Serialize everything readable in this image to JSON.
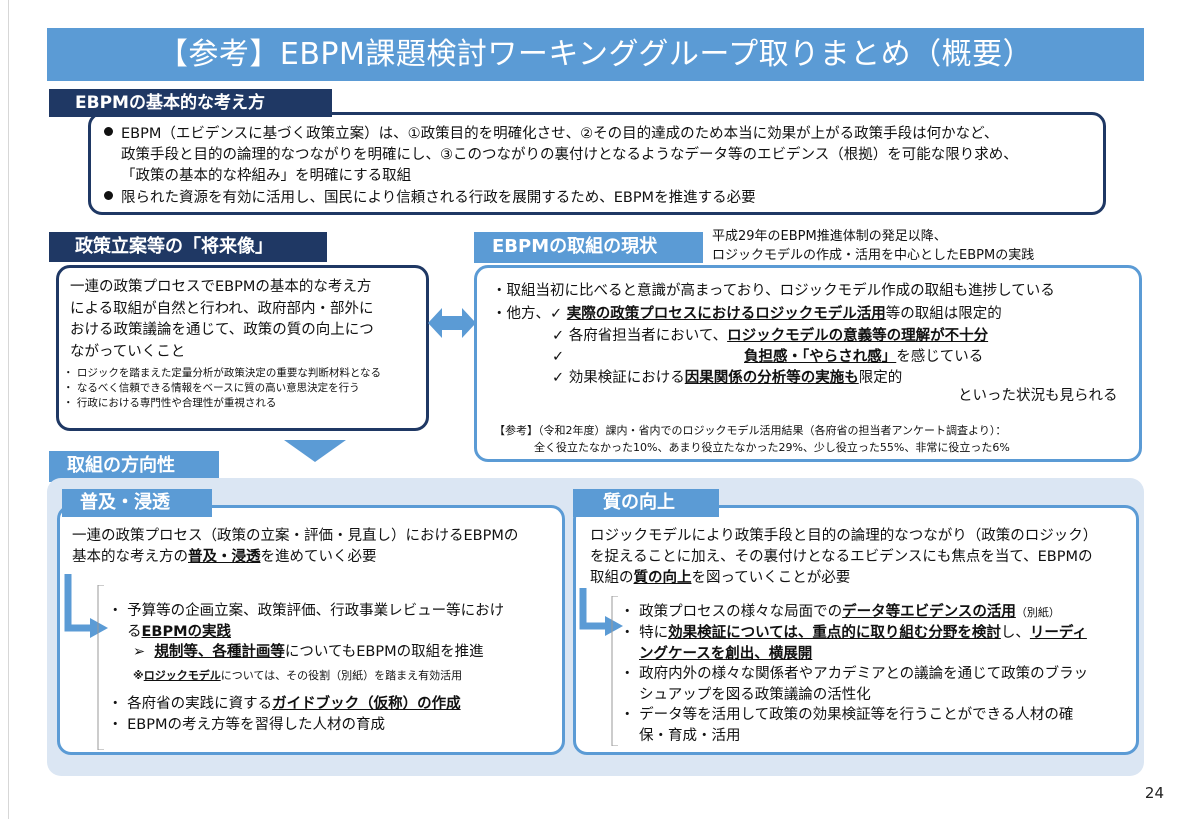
{
  "title": "【参考】EBPM課題検討ワーキンググループ取りまとめ（概要）",
  "basic": {
    "label": "EBPMの基本的な考え方",
    "bullet1": [
      "EBPM（エビデンスに基づく政策立案）は、①政策目的を明確化させ、②その目的達成のため本当に効果が上がる政策手段は何かなど、",
      "政策手段と目的の論理的なつながりを明確にし、③このつながりの裏付けとなるようなデータ等のエビデンス（根拠）を可能な限り求め、",
      "「政策の基本的な枠組み」を明確にする取組"
    ],
    "bullet2": "限られた資源を有効に活用し、国民により信頼される行政を展開するため、EBPMを推進する必要"
  },
  "future": {
    "label": "政策立案等の「将来像」",
    "main": [
      "一連の政策プロセスでEBPMの基本的な考え方",
      "による取組が自然と行われ、政府部内・部外に",
      "おける政策議論を通じて、政策の質の向上につ",
      "ながっていくこと"
    ],
    "points": [
      "ロジックを踏まえた定量分析が政策決定の重要な判断材料となる",
      "なるべく信頼できる情報をベースに質の高い意思決定を行う",
      "行政における専門性や合理性が重視される"
    ]
  },
  "current": {
    "label": "EBPMの取組の現状",
    "note1": "平成29年のEBPM推進体制の発足以降、",
    "note2": "ロジックモデルの作成・活用を中心としたEBPMの実践",
    "line1": "・取組当初に比べると意識が高まっており、ロジックモデル作成の取組も進捗している",
    "line2_prefix": "・他方、",
    "check1_u": "実際の政策プロセスにおけるロジックモデル活用",
    "check1_rest": "等の取組は限定的",
    "check2_pre": "各府省担当者において、",
    "check2_u": "ロジックモデルの意義等の理解が不十分",
    "check3_u": "負担感・「やらされ感」",
    "check3_rest": "を感じている",
    "check4_pre": "効果検証における",
    "check4_u": "因果関係の分析等の実施も",
    "check4_rest": "限定的",
    "tail": "といった状況も見られる",
    "ref1": "【参考】（令和2年度）課内・省内でのロジックモデル活用結果（各府省の担当者アンケート調査より）：",
    "ref2": "全く役立たなかった10%、あまり役立たなかった29%、少し役立った55%、非常に役立った6%",
    "check_mark": "✓"
  },
  "direction": {
    "label": "取組の方向性"
  },
  "spread": {
    "label": "普及・浸透",
    "intro1": "一連の政策プロセス（政策の立案・評価・見直し）におけるEBPMの",
    "intro2_pre": "基本的な考え方の",
    "intro2_u": "普及・浸透",
    "intro2_rest": "を進めていく必要",
    "item1a": "予算等の企画立案、政策評価、行政事業レビュー等におけ",
    "item1b_pre": "る",
    "item1b_u": "EBPMの実践",
    "sub_arrow": "➢",
    "sub_u": "規制等、各種計画等",
    "sub_rest": "についてもEBPMの取組を推進",
    "note_pre": "※",
    "note_u": "ロジックモデル",
    "note_rest": "については、その役割（別紙）を踏まえ有効活用",
    "item2_pre": "各府省の実践に資する",
    "item2_u": "ガイドブック（仮称）の作成",
    "item3": "EBPMの考え方等を習得した人材の育成"
  },
  "quality": {
    "label": "質の向上",
    "intro1": "ロジックモデルにより政策手段と目的の論理的なつながり（政策のロジック）",
    "intro2": "を捉えることに加え、その裏付けとなるエビデンスにも焦点を当て、EBPMの",
    "intro3_pre": "取組の",
    "intro3_u": "質の向上",
    "intro3_rest": "を図っていくことが必要",
    "item1_pre": "政策プロセスの様々な局面での",
    "item1_u": "データ等エビデンスの活用",
    "item1_note": "（別紙）",
    "item2_pre": "特に",
    "item2_u1": "効果検証については、重点的に取り組む分野を検討",
    "item2_mid": "し、",
    "item2_u2": "リーディ",
    "item2b_u": "ングケースを創出、横展開",
    "item3a": "政府内外の様々な関係者やアカデミアとの議論を通じて政策のブラッ",
    "item3b": "シュアップを図る政策議論の活性化",
    "item4a": "データ等を活用して政策の効果検証等を行うことができる人材の確",
    "item4b": "保・育成・活用"
  },
  "page_number": "24",
  "colors": {
    "dark_blue": "#1f3864",
    "light_blue": "#5b9bd5",
    "panel": "#dbe6f3"
  }
}
